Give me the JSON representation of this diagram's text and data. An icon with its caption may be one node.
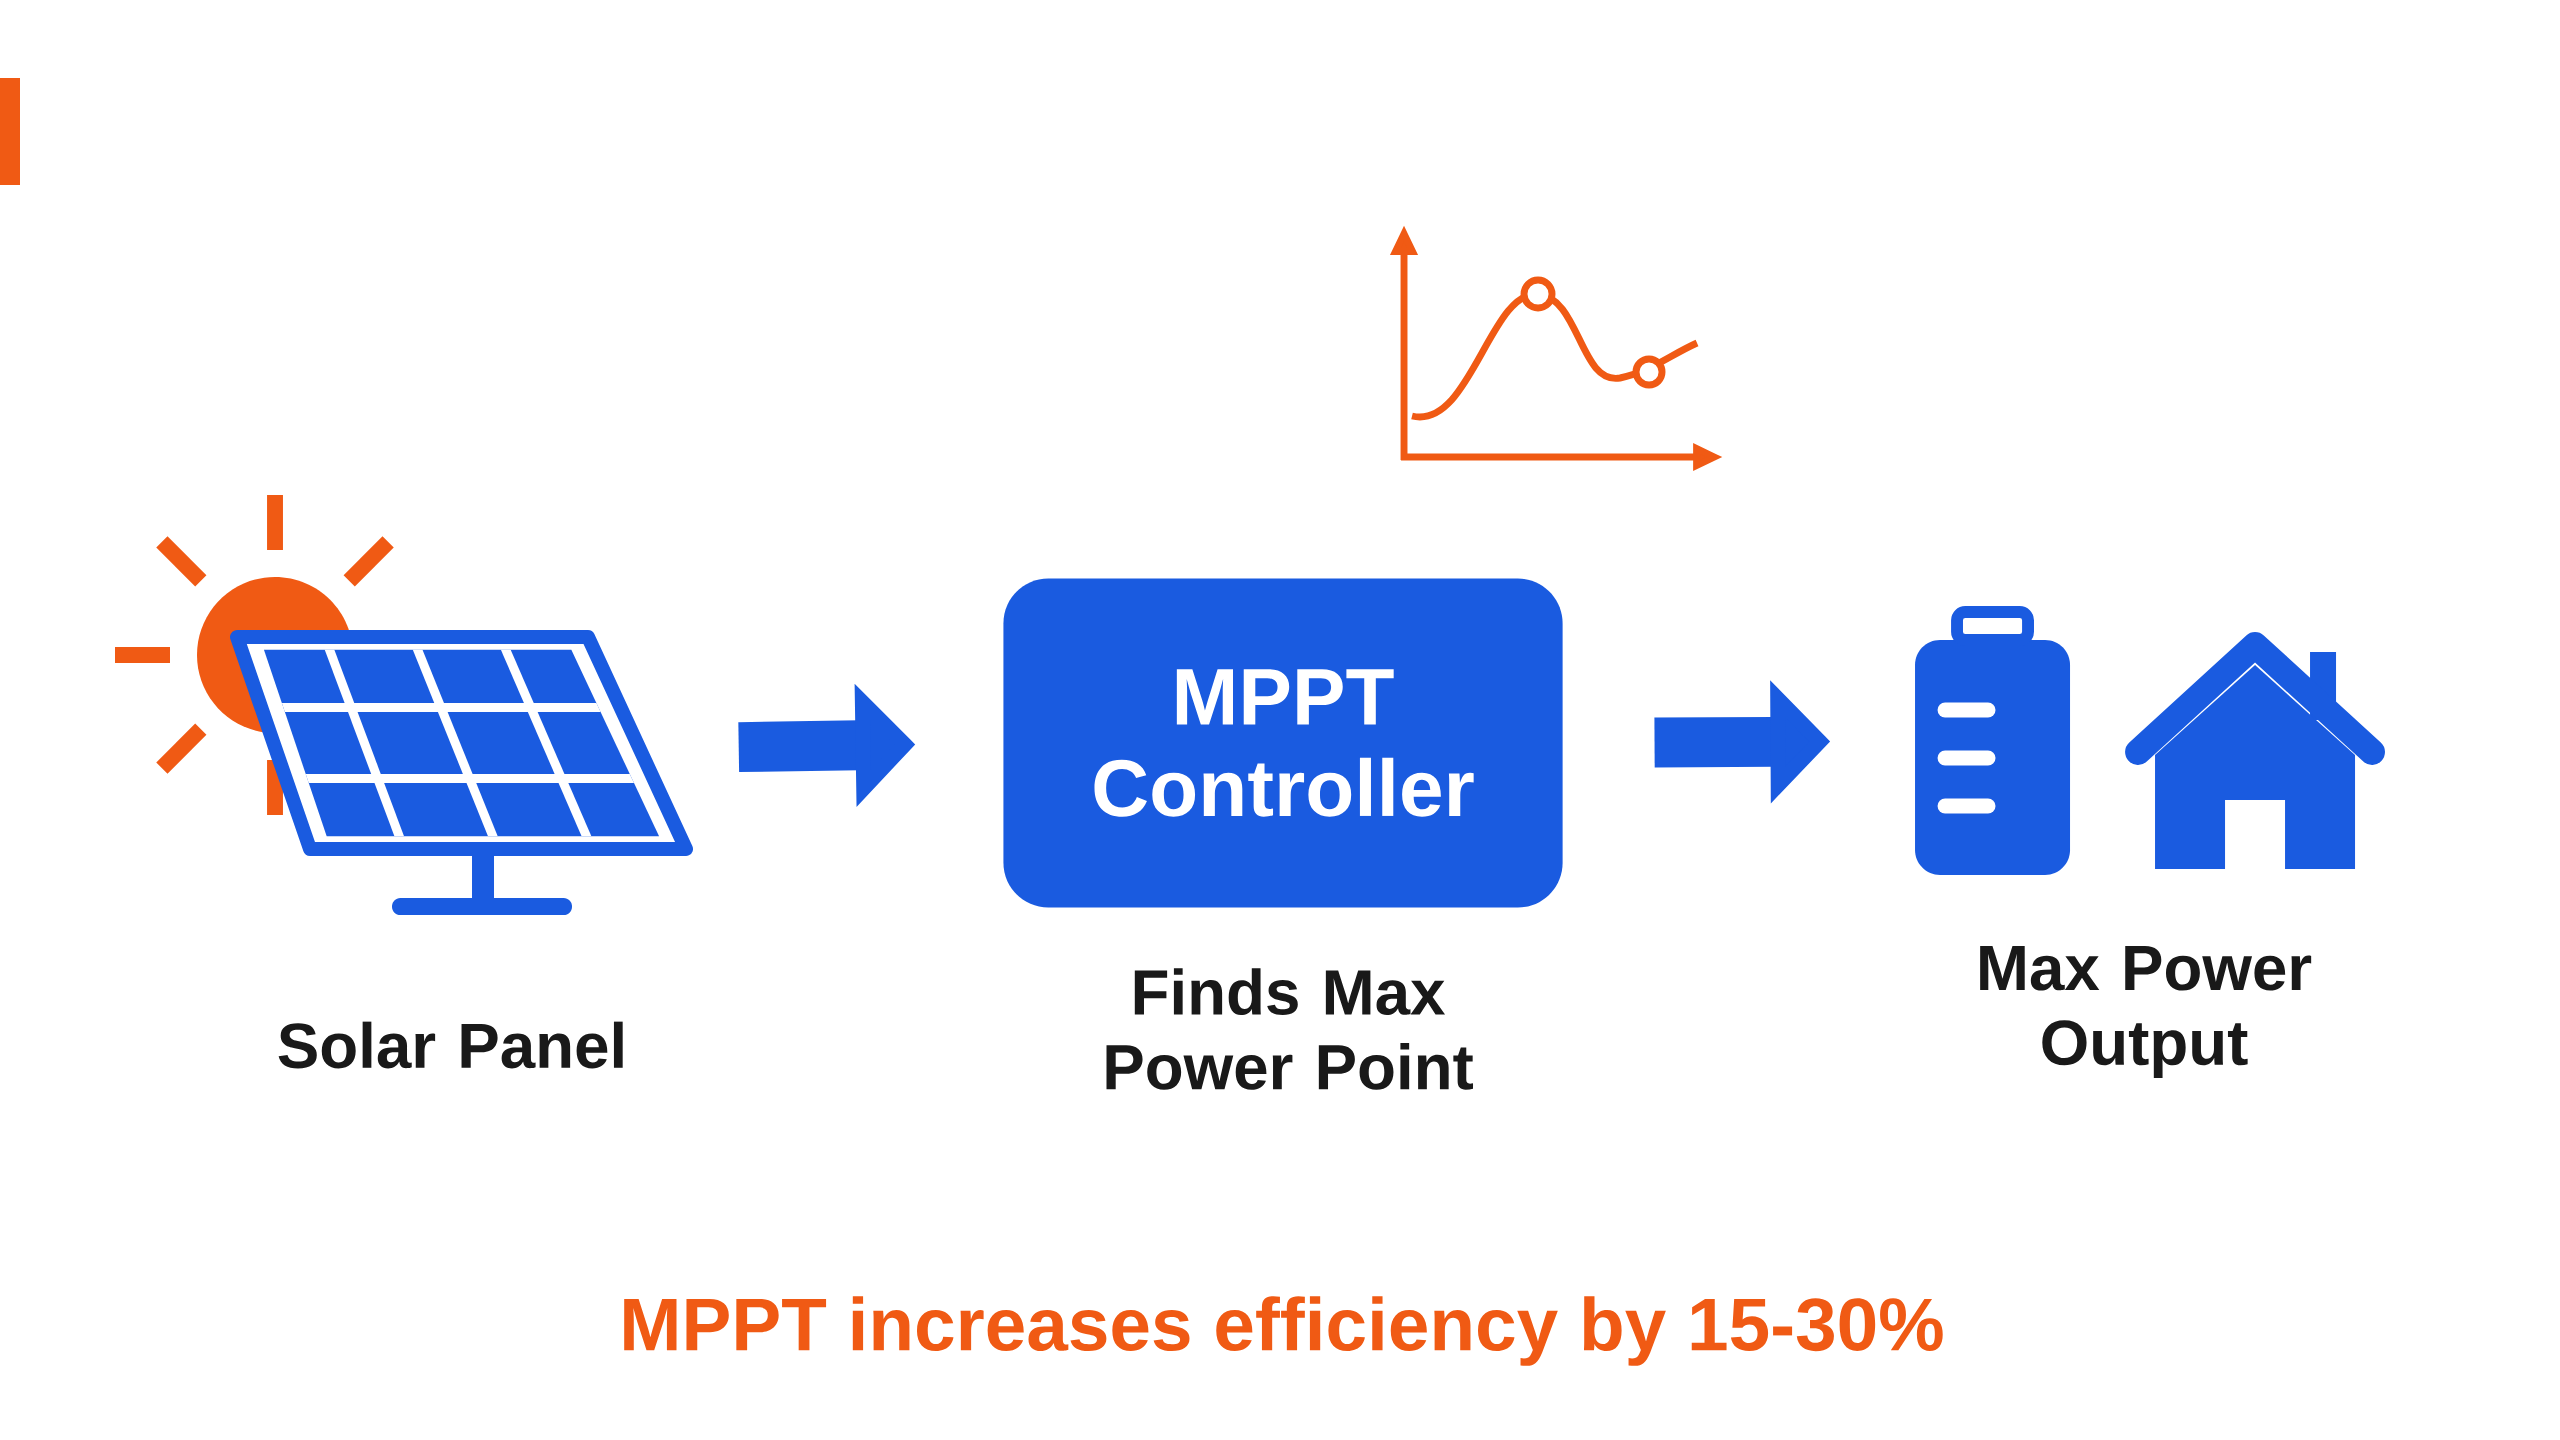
{
  "diagram": {
    "caption": "MPPT increases efficiency by 15-30%",
    "nodes": [
      {
        "text": [],
        "shape": "picture",
        "beside": [
          "Solar Panel"
        ]
      },
      {
        "text": [
          "MPPT Controller"
        ],
        "beside": [
          "Finds Max Power Point"
        ]
      },
      {
        "text": [],
        "shape": "picture",
        "beside": [
          "Max Power Output"
        ]
      }
    ],
    "edges": [
      {
        "from": 0,
        "to": 1,
        "arrow": "to"
      },
      {
        "from": 1,
        "to": 2,
        "arrow": "to"
      }
    ]
  }
}
